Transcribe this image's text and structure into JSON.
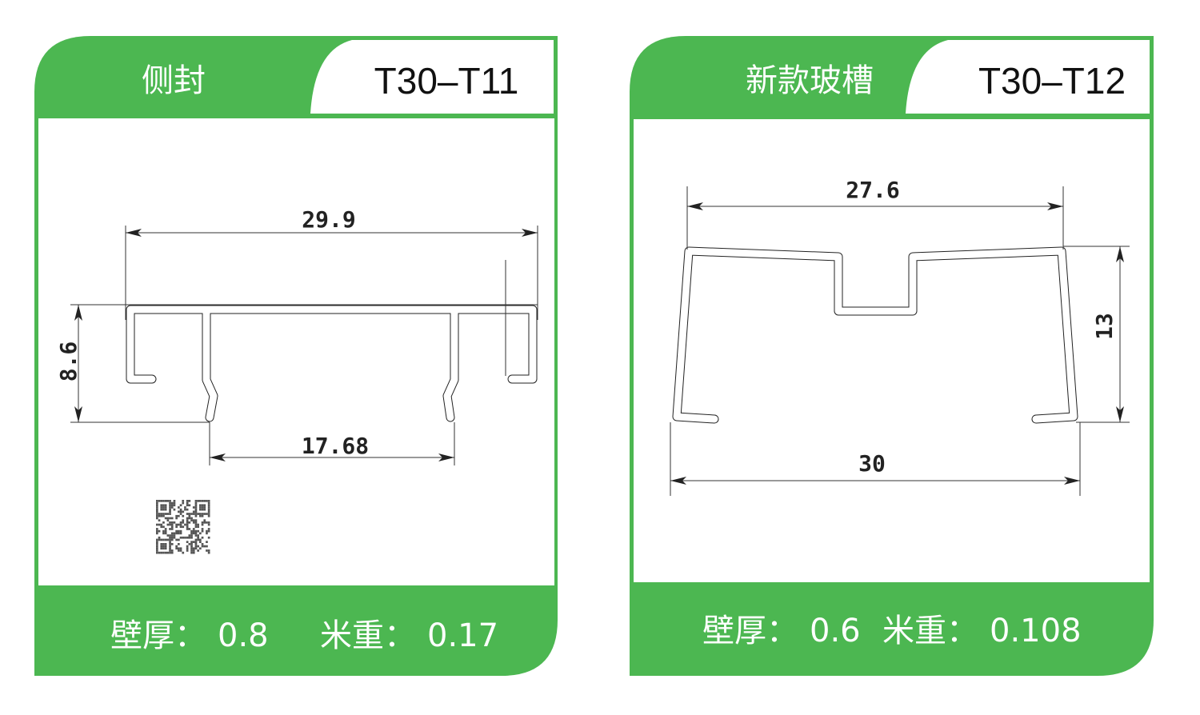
{
  "accent_color": "#4cb751",
  "cards": [
    {
      "name": "侧封",
      "model": "T30–T11",
      "dimensions": {
        "width_top": "29.9",
        "height": "8.6",
        "opening": "17.68"
      },
      "wall_label": "壁厚：",
      "wall": "0.8",
      "weight_label": "米重：",
      "weight": "0.17"
    },
    {
      "name": "新款玻槽",
      "model": "T30–T12",
      "dimensions": {
        "width_top": "27.6",
        "height": "13",
        "width_bottom": "30"
      },
      "wall_label": "壁厚：",
      "wall": "0.6",
      "weight_label": "米重：",
      "weight": "0.108"
    }
  ]
}
